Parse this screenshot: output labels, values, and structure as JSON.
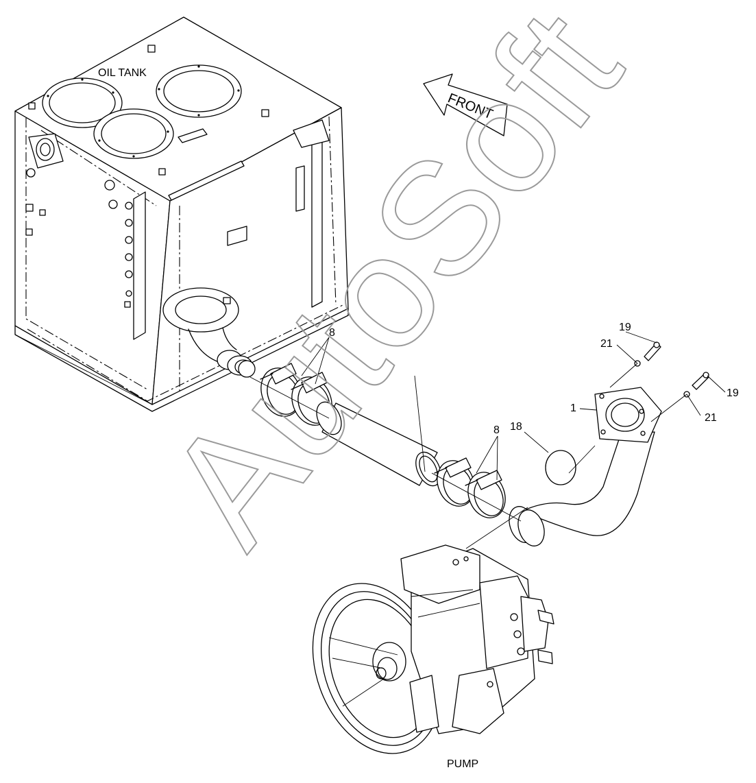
{
  "labels": {
    "oil_tank": "OIL TANK",
    "front": "FRONT",
    "pump": "PUMP",
    "watermark": "AutoSoft"
  },
  "callouts": {
    "c8a": "8",
    "c8b": "8",
    "c19a": "19",
    "c19b": "19",
    "c21a": "21",
    "c21b": "21",
    "c1": "1",
    "c18": "18"
  }
}
